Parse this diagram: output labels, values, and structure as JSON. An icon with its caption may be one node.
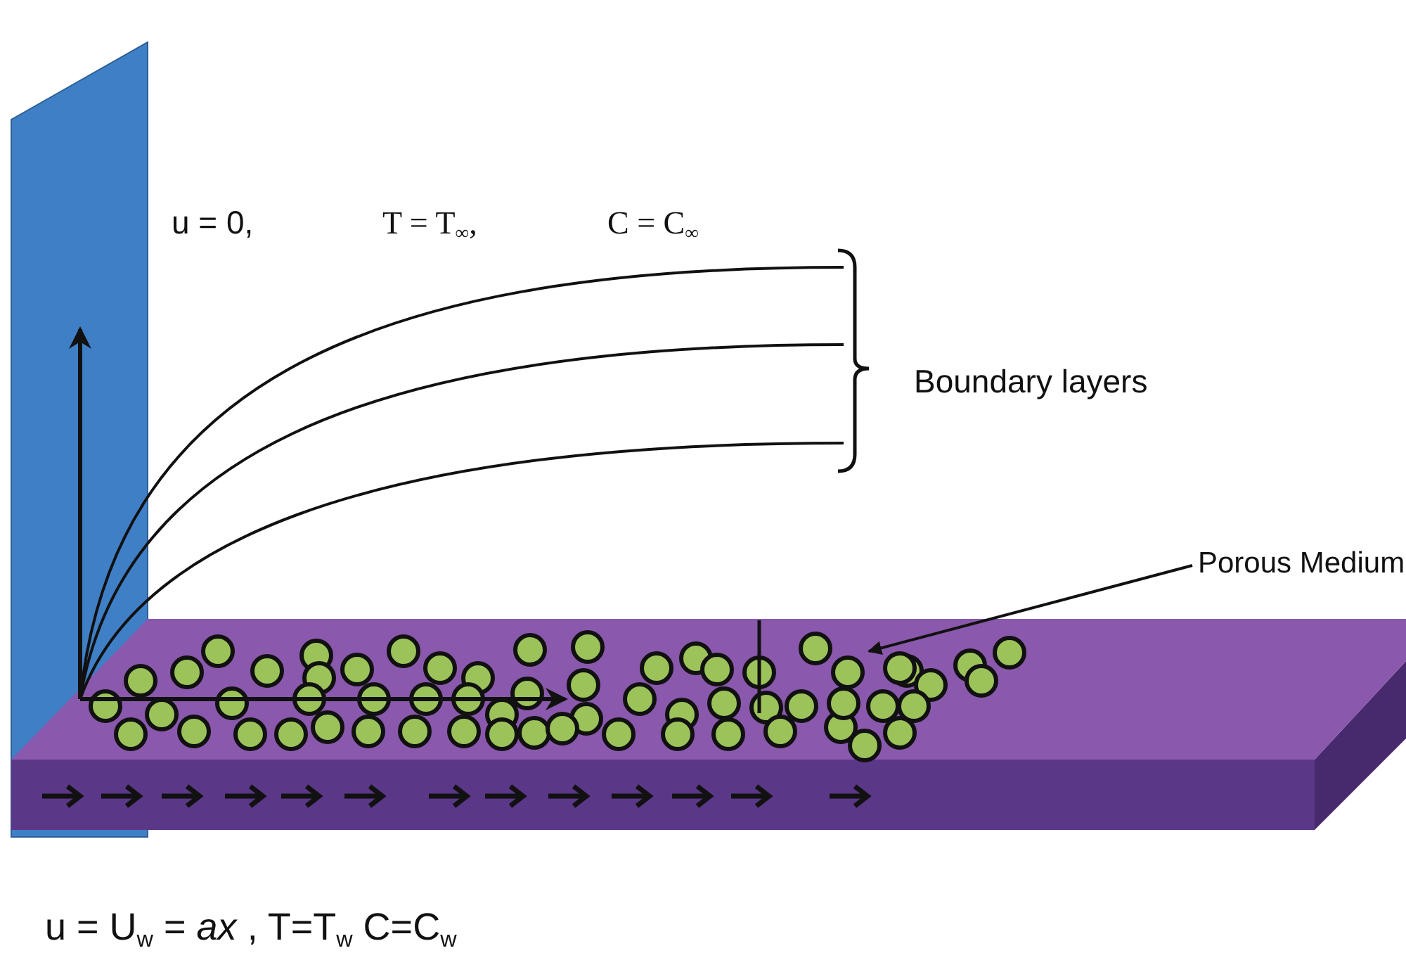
{
  "diagram": {
    "nodes": [
      {
        "text": [
          "Porous Medium"
        ]
      },
      {
        "text": [],
        "shape": "box"
      }
    ],
    "edges": [
      {
        "from": 0,
        "to": 1,
        "arrow": "to"
      }
    ],
    "labels": [
      "u = 0,",
      "T = T$_{∞}$,",
      "C = C$_{∞}$",
      "Boundary layers",
      "u = U$_{w}$ = *ax* , T=T$_{w}$ C=C$_{w}$"
    ]
  }
}
